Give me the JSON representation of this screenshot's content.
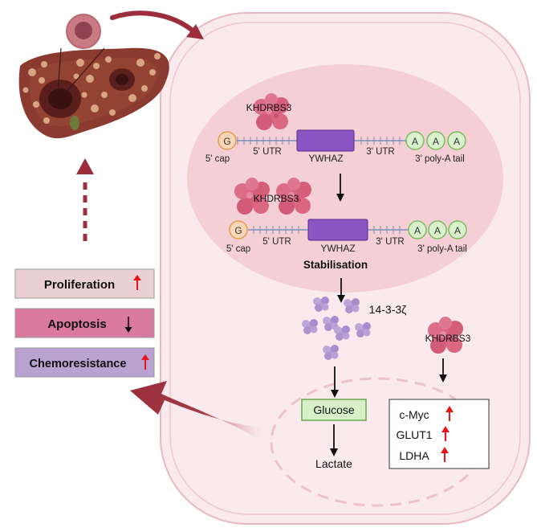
{
  "protein": "KHDRBS3",
  "gene": "YWHAZ",
  "cap_letter": "G",
  "tail_letter": "A",
  "cap_label": "5' cap",
  "utr5_label": "5' UTR",
  "utr3_label": "3' UTR",
  "tail_label": "3' poly-A tail",
  "stabilisation": "Stabilisation",
  "product": "14-3-3ζ",
  "glucose": "Glucose",
  "lactate": "Lactate",
  "targets": [
    "c-Myc",
    "GLUT1",
    "LDHA"
  ],
  "outcomes": [
    {
      "label": "Proliferation",
      "direction": "up",
      "fill": "#ead0d3"
    },
    {
      "label": "Apoptosis",
      "direction": "down",
      "fill": "#d9799d"
    },
    {
      "label": "Chemoresistance",
      "direction": "up",
      "fill": "#b9a2d0"
    }
  ],
  "colors": {
    "cell_fill": "#fbeaed",
    "nucleus_fill": "#f4cfd6",
    "protein": "#d9647e",
    "protein_14_3_3": "#b49bd2",
    "gene_box": "#8b56c4",
    "up_arrow": "#e8141b",
    "dark_red": "#9c2e3c"
  }
}
